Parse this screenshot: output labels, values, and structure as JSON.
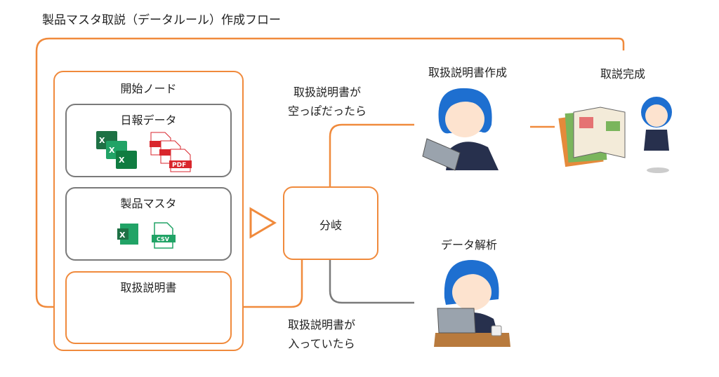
{
  "title": "製品マスタ取説（データルール）作成フロー",
  "start_node": {
    "label": "開始ノード",
    "items": [
      {
        "label": "日報データ",
        "icons": [
          "excel-icon",
          "pdf-icon"
        ],
        "pdf_label": "PDF"
      },
      {
        "label": "製品マスタ",
        "icons": [
          "excel-icon",
          "csv-icon"
        ],
        "csv_label": "CSV"
      },
      {
        "label": "取扱説明書"
      }
    ]
  },
  "branch": {
    "label": "分岐"
  },
  "conditions": {
    "empty": [
      "取扱説明書が",
      "空っぽだったら"
    ],
    "filled": [
      "取扱説明書が",
      "入っていたら"
    ]
  },
  "steps": {
    "create_manual": "取扱説明書作成",
    "manual_done": "取説完成",
    "data_analysis": "データ解析"
  },
  "excel_letter": "X",
  "colors": {
    "accent": "#f08a3c",
    "gray": "#7a7a7a",
    "excel": "#1e7145",
    "pdf": "#d9262c",
    "csv": "#21a366"
  }
}
